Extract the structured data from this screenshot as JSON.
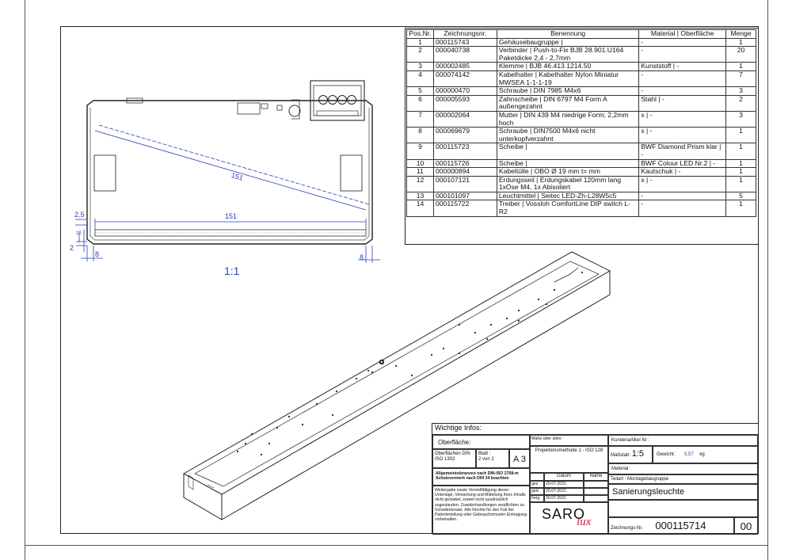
{
  "scale_left": "1:1",
  "dimensions": {
    "d151_diag": "151",
    "d151_horiz": "151",
    "d25": "2.5",
    "d2": "2",
    "d8_left": "8",
    "d8_right": "8",
    "d12": "12"
  },
  "bom": {
    "headers": [
      "Pos.Nr.",
      "Zeichnungsnr.",
      "Benennung",
      "Material | Oberfläche",
      "Menge"
    ],
    "rows": [
      [
        "1",
        "000115743",
        "Gehäusebaugruppe |",
        "-",
        "1"
      ],
      [
        "2",
        "000040738",
        "Verbinder | Push-to-Fix BJB 28.901.U164 Paketdicke 2,4 - 2,7mm",
        "-",
        "20"
      ],
      [
        "3",
        "000002485",
        "Klemme | BJB 46.413.1214.50",
        "Kunststoff | -",
        "1"
      ],
      [
        "4",
        "000074142",
        "Kabelhalter | Kabelhalter Nylon Miniatur MWSEA 1-1-1-19",
        "-",
        "7"
      ],
      [
        "5",
        "000000470",
        "Schraube | DIN 7985 M4x6",
        "-",
        "3"
      ],
      [
        "6",
        "000005593",
        "Zahnscheibe | DIN 6797 M4 Form A außengezahnt",
        "Stahl | -",
        "2"
      ],
      [
        "7",
        "000002064",
        "Mutter | DIN 439 M4 niedrige Form; 2,2mm hoch",
        "x | -",
        "3"
      ],
      [
        "8",
        "000069679",
        "Schraube | DIN7500 M4x6 nicht unterkopfverzahnt",
        "x | -",
        "1"
      ],
      [
        "9",
        "000115723",
        "Scheibe |",
        "BWF Diamond Prism klar | -",
        "1"
      ],
      [
        "10",
        "000115726",
        "Scheibe |",
        "BWF Colour LED Nr.2 | -",
        "1"
      ],
      [
        "11",
        "000000894",
        "Kabeltülle | OBO Ø 19 mm t= mm",
        "Kautschuk | -",
        "1"
      ],
      [
        "12",
        "000107121",
        "Erdungsseil | Erdungskabel 120mm lang 1xÖse M4, 1x Abisoliert",
        "x | -",
        "1"
      ],
      [
        "13",
        "000101097",
        "Leuchtmittel | Seitec LED-Zh-L28W5c5",
        "-",
        "5"
      ],
      [
        "14",
        "000115722",
        "Treiber | Vossloh ComfortLine DIP switch L-R2",
        "-",
        "1"
      ]
    ]
  },
  "title_block": {
    "wichtige_infos": "Wichtige Infos:",
    "oberflaeche_label": "Oberfläche:",
    "oberflaechen_norm": "Oberflächen DIN ISO 1302",
    "blatt_label": "Blatt :",
    "blatt_value": "2 von 2",
    "format": "A 3",
    "masse_label": "Maße über alles:",
    "projektion": "Projektionsmethode 1 - ISO 128",
    "toleranzen": "Allgemeintoleranzen nach DIN-ISO 2768-m Schutzvermerk nach DIN 34 beachten",
    "schutz_text": "Weitergabe sowie Vervielfältigung dieser Unterlage, Verwertung und Mitteilung ihres Inhalts nicht gestattet, soweit nicht ausdrücklich zugestanden. Zuwiderhandlungen verpflichten zu Schadenersatz. Alle Rechte für den Fall der Patenterteilung oder Gebrauchsmuster Eintragung vorbehalten.",
    "datum_label": "Datum",
    "name_label": "Name",
    "gez": "gez.",
    "gez_date": "20.07.2021",
    "geae": "geä.",
    "geae_date": "20.07.2021",
    "freig": "freig.",
    "freig_date": "20.07.2021",
    "kundenartikel": "Kundenartikel Nr :",
    "massstab_label": "Maßstab:",
    "massstab_value": "1:5",
    "gewicht_label": "Gewicht:",
    "gewicht_value": "5,57",
    "gewicht_unit": "kg",
    "material_label": "Material :",
    "teilart": "Teilart : Montagebaugruppe",
    "bezeichnung": "Sanierungsleuchte",
    "logo_main": "SARO",
    "logo_sub": "lux",
    "zeichnungsnr_label": "Zeichnungs-Nr.",
    "zeichnungsnr": "000115714",
    "revision": "00"
  }
}
